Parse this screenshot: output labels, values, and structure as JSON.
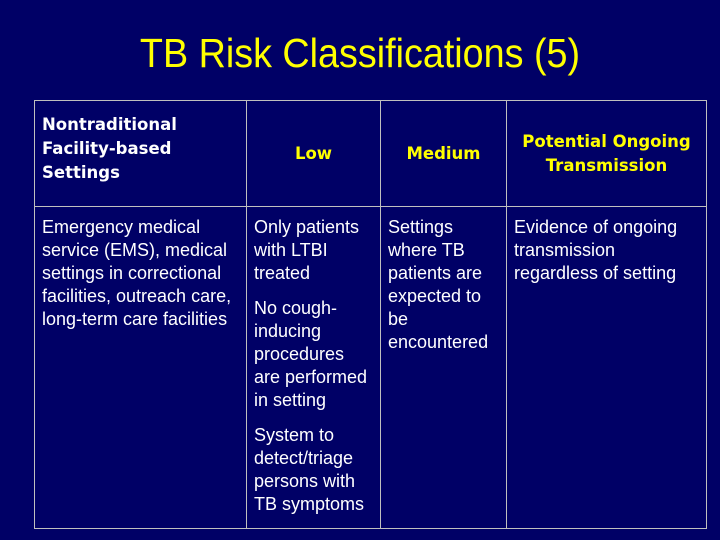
{
  "slide": {
    "title": "TB Risk Classifications (5)"
  },
  "table": {
    "headers": [
      "Nontraditional Facility-based Settings",
      "Low",
      "Medium",
      "Potential Ongoing Transmission"
    ],
    "rows": [
      {
        "setting": "Emergency medical service (EMS), medical settings in correctional facilities, outreach care, long-term care facilities",
        "low": [
          "Only patients with LTBI treated",
          "No cough-inducing procedures are performed in setting",
          "System to detect/triage persons with TB symptoms"
        ],
        "medium": "Settings where TB patients are expected to be encountered",
        "potential": "Evidence of ongoing transmission regardless of setting"
      }
    ]
  }
}
